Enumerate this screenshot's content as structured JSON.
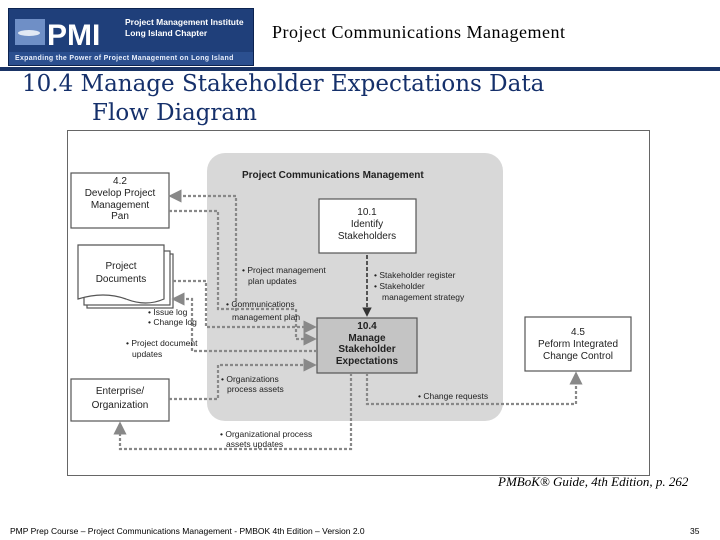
{
  "header": {
    "logo_org_line1": "Project Management Institute",
    "logo_org_line2": "Long Island Chapter",
    "logo_tagline": "Expanding the Power of Project Management on Long Island",
    "logo_icon": "pmi-logo",
    "title": "Project Communications Management"
  },
  "slide_title_line1": "10.4 Manage Stakeholder Expectations Data",
  "slide_title_line2": "Flow Diagram",
  "diagram": {
    "process_group_label": "Project Communications Management",
    "develop_plan": [
      "4.2",
      "Develop Project",
      "Management",
      "Pan"
    ],
    "project_documents": [
      "Project",
      "Documents"
    ],
    "enterprise": [
      "Enterprise/",
      "Organization"
    ],
    "identify_stakeholders": [
      "10.1",
      "Identify",
      "Stakeholders"
    ],
    "manage_expectations": [
      "10.4",
      "Manage",
      "Stakeholder",
      "Expectations"
    ],
    "integrated_change": [
      "4.5",
      "Peform Integrated",
      "Change Control"
    ],
    "flow_plan_updates": [
      "• Project management",
      "plan updates"
    ],
    "flow_register": [
      "• Stakeholder register",
      "• Stakeholder",
      "management strategy"
    ],
    "flow_comm_plan": [
      "• Communications",
      "management plan"
    ],
    "flow_issue_log": [
      "• Issue log",
      "• Change log"
    ],
    "flow_doc_updates": [
      "• Project document",
      "updates"
    ],
    "flow_process_assets": [
      "• Organizations",
      "process assets"
    ],
    "flow_change_requests": "• Change requests",
    "flow_assets_updates": [
      "• Organizational process",
      "assets updates"
    ]
  },
  "citation": "PMBoK® Guide, 4th Edition, p. 262",
  "footer": "PMP Prep Course – Project Communications Management - PMBOK 4th Edition – Version 2.0",
  "page_number": "35"
}
